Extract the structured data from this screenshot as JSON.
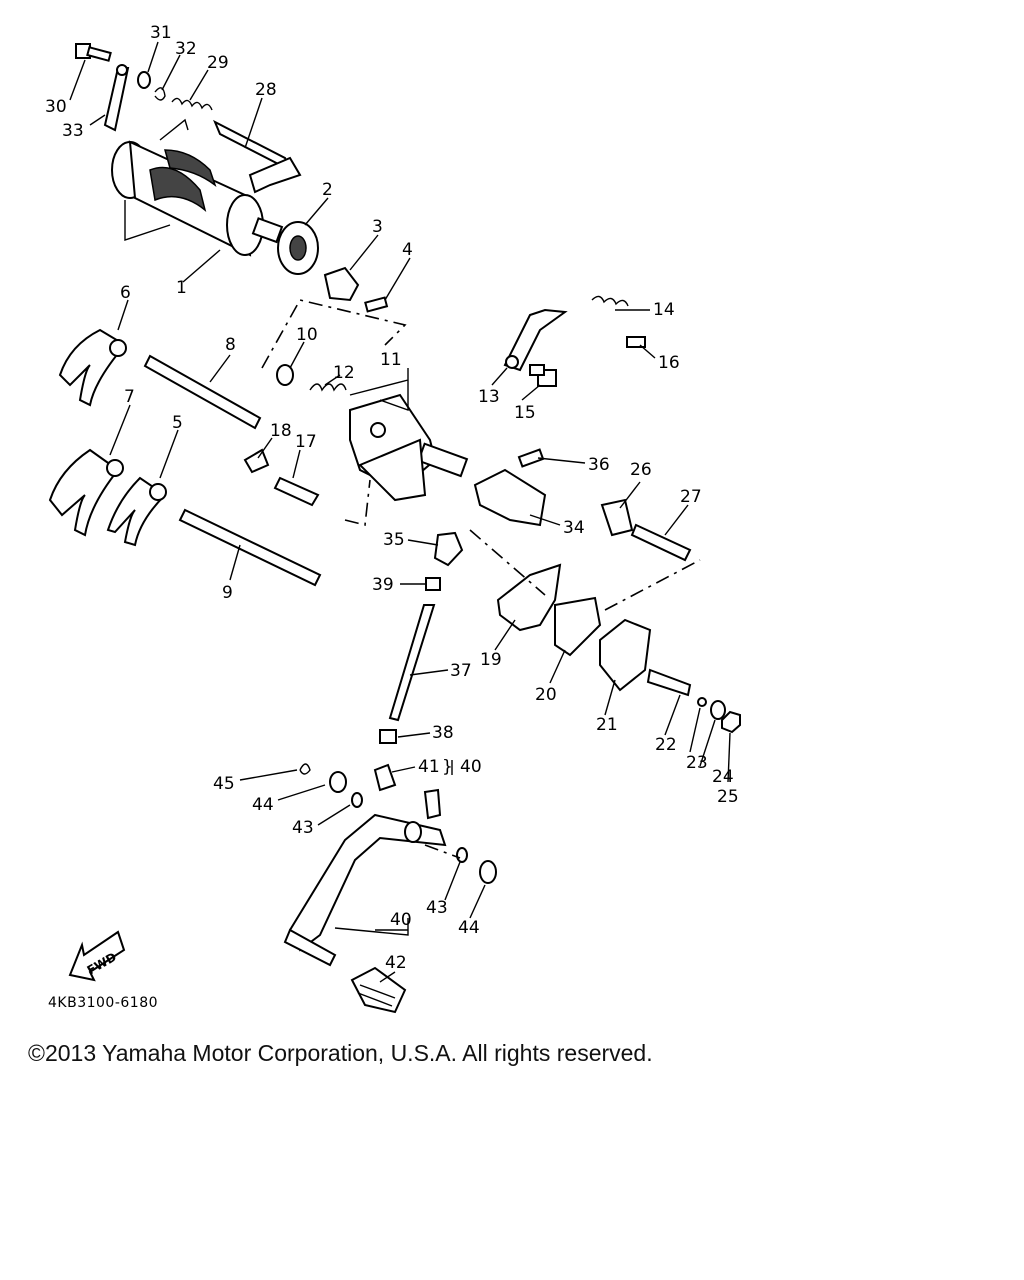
{
  "diagram": {
    "part_labels": [
      {
        "n": "31"
      },
      {
        "n": "32"
      },
      {
        "n": "29"
      },
      {
        "n": "28"
      },
      {
        "n": "30"
      },
      {
        "n": "33"
      },
      {
        "n": "2"
      },
      {
        "n": "3"
      },
      {
        "n": "4"
      },
      {
        "n": "1"
      },
      {
        "n": "6"
      },
      {
        "n": "8"
      },
      {
        "n": "10"
      },
      {
        "n": "12"
      },
      {
        "n": "11"
      },
      {
        "n": "14"
      },
      {
        "n": "16"
      },
      {
        "n": "13"
      },
      {
        "n": "15"
      },
      {
        "n": "7"
      },
      {
        "n": "5"
      },
      {
        "n": "18"
      },
      {
        "n": "17"
      },
      {
        "n": "36"
      },
      {
        "n": "26"
      },
      {
        "n": "27"
      },
      {
        "n": "34"
      },
      {
        "n": "35"
      },
      {
        "n": "9"
      },
      {
        "n": "39"
      },
      {
        "n": "19"
      },
      {
        "n": "37"
      },
      {
        "n": "20"
      },
      {
        "n": "21"
      },
      {
        "n": "22"
      },
      {
        "n": "23"
      },
      {
        "n": "24"
      },
      {
        "n": "25"
      },
      {
        "n": "38"
      },
      {
        "n": "41"
      },
      {
        "n": "40"
      },
      {
        "n": "45"
      },
      {
        "n": "44"
      },
      {
        "n": "43"
      },
      {
        "n": "43"
      },
      {
        "n": "44"
      },
      {
        "n": "40"
      },
      {
        "n": "42"
      }
    ],
    "fwd_badge": "FWD",
    "diagram_code": "4KB3100-6180"
  },
  "footer": {
    "copyright": "©2013 Yamaha Motor Corporation, U.S.A. All rights reserved."
  }
}
